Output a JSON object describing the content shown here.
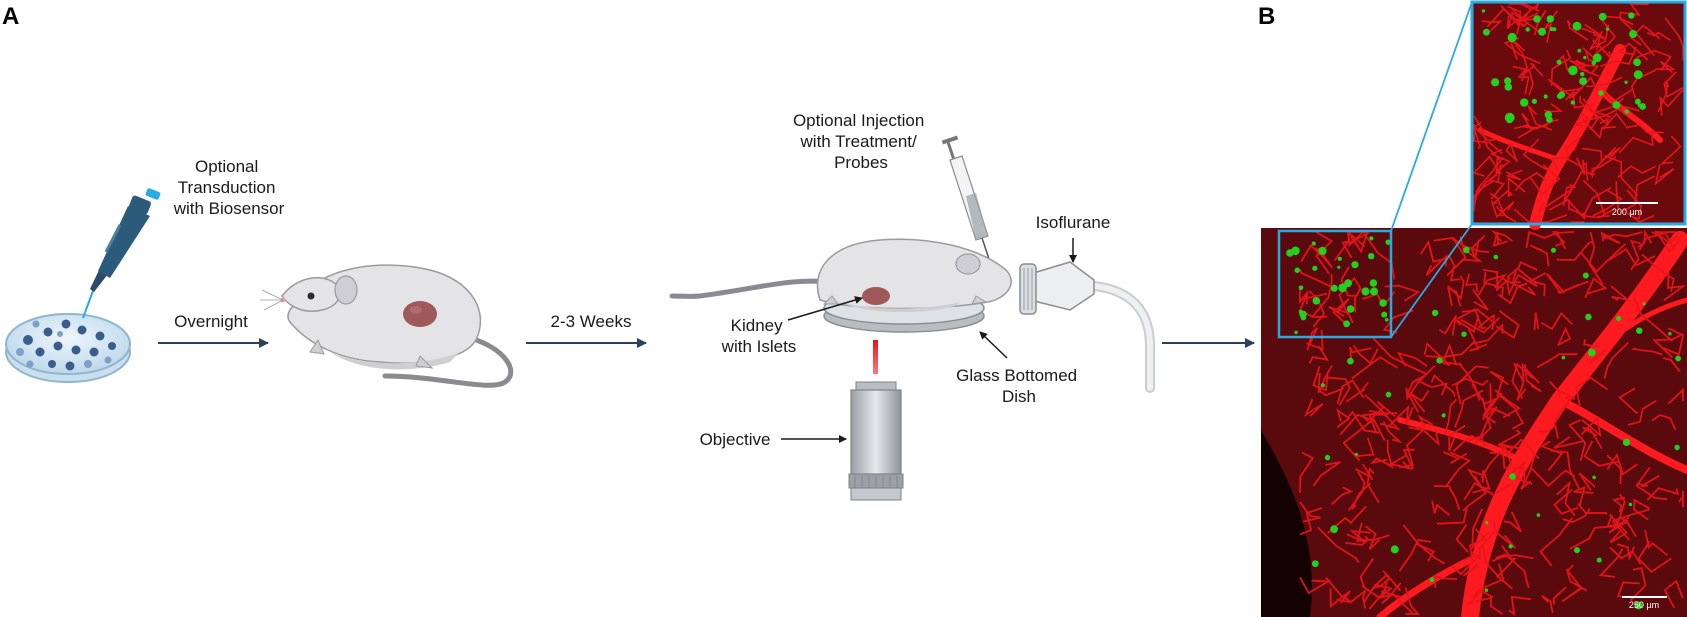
{
  "panels": {
    "a": "A",
    "b": "B"
  },
  "labels": {
    "transduction": [
      "Optional",
      "Transduction",
      "with Biosensor"
    ],
    "overnight": "Overnight",
    "weeks": "2-3 Weeks",
    "injection": [
      "Optional Injection",
      "with Treatment/",
      "Probes"
    ],
    "isoflurane": "Isoflurane",
    "kidney": [
      "Kidney",
      "with Islets"
    ],
    "dish": [
      "Glass Bottomed",
      "Dish"
    ],
    "objective": "Objective"
  },
  "scale_bars": {
    "inset": "200 µm",
    "main": "250 µm"
  },
  "colors": {
    "arrow": "#2f3e5c",
    "inset_box": "#29abe2",
    "vessel": "#e8141b",
    "islet": "#22d11e",
    "mouse_body": "#e4e4e6",
    "kidney": "#a0595a"
  }
}
